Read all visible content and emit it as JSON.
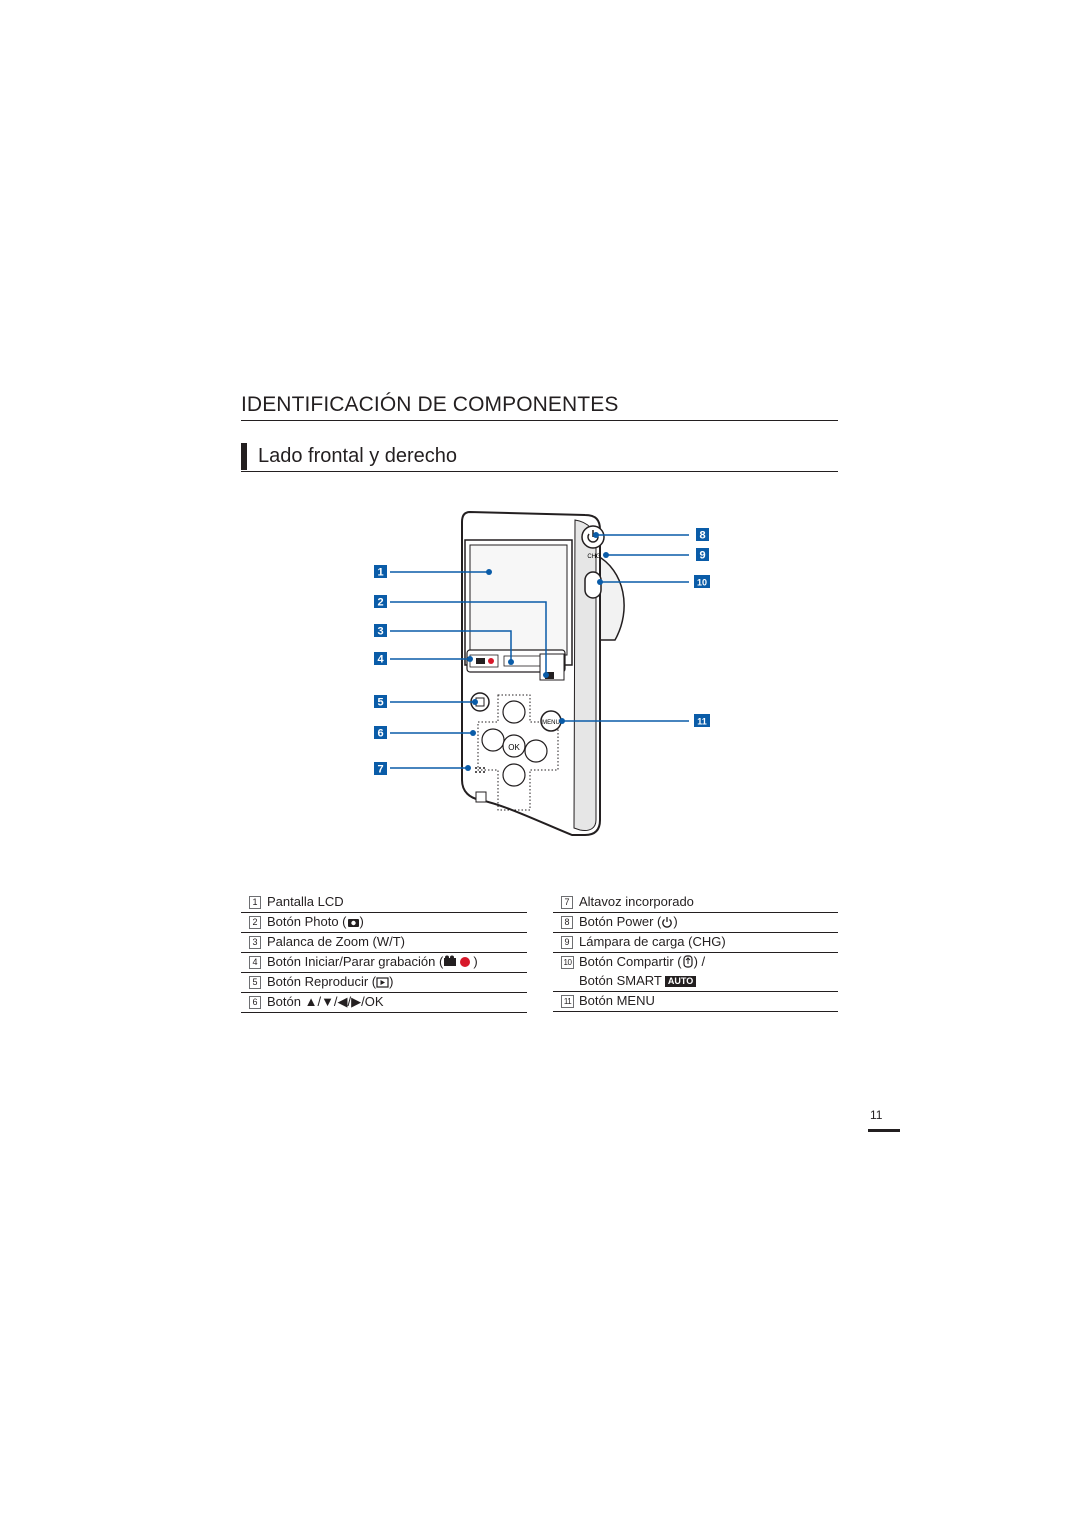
{
  "header": {
    "title": "IDENTIFICACIÓN DE COMPONENTES",
    "subtitle": "Lado frontal y derecho"
  },
  "diagram": {
    "callouts": [
      "1",
      "2",
      "3",
      "4",
      "5",
      "6",
      "7",
      "8",
      "9",
      "10",
      "11"
    ],
    "camera_labels": {
      "menu": "MENU",
      "ok": "OK",
      "chg": "CHG"
    },
    "accent_color": "#0a5ca8"
  },
  "components": {
    "left": [
      {
        "num": "1",
        "label": "Pantalla LCD"
      },
      {
        "num": "2",
        "label": "Botón Photo (",
        "suffix": ")"
      },
      {
        "num": "3",
        "label": "Palanca de Zoom (W/T)"
      },
      {
        "num": "4",
        "label": "Botón Iniciar/Parar grabación (",
        "suffix": ")"
      },
      {
        "num": "5",
        "label": "Botón Reproducir (",
        "suffix": ")"
      },
      {
        "num": "6",
        "label": "Botón ▲/▼/◀/▶/OK"
      }
    ],
    "right": [
      {
        "num": "7",
        "label": "Altavoz incorporado"
      },
      {
        "num": "8",
        "label": "Botón Power (",
        "suffix": ")"
      },
      {
        "num": "9",
        "label": "Lámpara de carga (CHG)"
      },
      {
        "num": "10",
        "label": "Botón Compartir (",
        "suffix": ") /"
      },
      {
        "num": "",
        "label": "Botón SMART",
        "badge": "AUTO"
      },
      {
        "num": "11",
        "label": "Botón MENU"
      }
    ]
  },
  "footer": {
    "page_number": "11"
  }
}
